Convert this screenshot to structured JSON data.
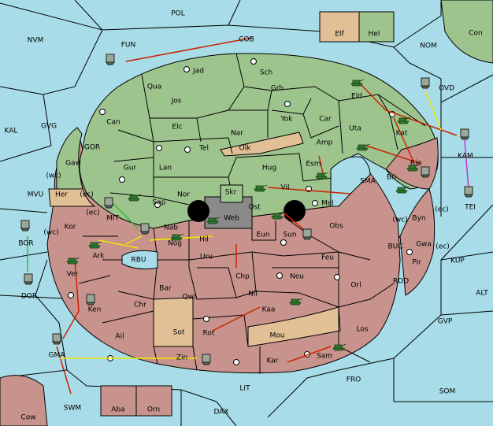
{
  "colors": {
    "sea": "#a8dce8",
    "green": "#9ec48e",
    "red": "#c8938c",
    "tan": "#e2c096",
    "grey": "#8a8a8a",
    "order_move": "#cc2200",
    "order_support": "#f2e600",
    "order_retreat": "#33bb33",
    "order_convoy": "#cc33cc"
  },
  "labels": {
    "pol": "POL",
    "nvm": "NVM",
    "fun": "FUN",
    "cob": "COB",
    "nom": "NOM",
    "con": "Con",
    "elf": "Elf",
    "hel": "Hel",
    "jad": "Jad",
    "sch": "Sch",
    "qua": "Qua",
    "jos": "Jos",
    "grh": "Grh",
    "eld": "Eld",
    "ovd": "OVD",
    "kal": "KAL",
    "gvg": "GVG",
    "can": "Can",
    "yok": "Yok",
    "car": "Car",
    "elc": "Elc",
    "nar": "Nar",
    "uta": "Uta",
    "kat": "Kat",
    "amp": "Amp",
    "gor": "GOR",
    "tel": "Tel",
    "olk": "Olk",
    "kam": "KAM",
    "gaw": "Gaw",
    "gur": "Gur",
    "lan": "Lan",
    "hug": "Hug",
    "rie": "Rie",
    "esm": "Esm",
    "wc1": "(wc)",
    "sma": "SMA",
    "bri": "Bri",
    "mvu": "MVU",
    "her": "Her",
    "ec1": "(ec)",
    "nor": "Nor",
    "skr": "Skr",
    "vil": "Vil",
    "tei": "TEI",
    "sap": "Sap",
    "web": "Web",
    "ost": "Ost",
    "mel": "Mel",
    "ec2": "(ec)",
    "kor": "Kor",
    "mit": "MIT",
    "wc2": "(wc)",
    "byn": "Byn",
    "ec3": "(ec)",
    "bor": "BOR",
    "wc3": "(wc)",
    "nab": "Nab",
    "hil": "Hil",
    "eun": "Eun",
    "sun": "Sun",
    "obs": "Obs",
    "ark": "Ark",
    "nog": "Nog",
    "gwa": "Gwa",
    "ec4": "(ec)",
    "buc": "BUC",
    "rbu": "RBU",
    "uru": "Uru",
    "feu": "Feu",
    "pir": "Pir",
    "kup": "KUP",
    "dor": "DOR",
    "ver": "Ver",
    "chp": "Chp",
    "neu": "Neu",
    "bar": "Bar",
    "qwi": "Qwi",
    "nil": "Nil",
    "orl": "Orl",
    "rod": "ROD",
    "chr": "Chr",
    "ken": "Ken",
    "alt": "ALT",
    "kaa": "Kaa",
    "gvp": "GVP",
    "sot": "Sot",
    "rot": "Rot",
    "los": "Los",
    "ail": "Ail",
    "mou": "Mou",
    "gma": "GMA",
    "zin": "Zin",
    "sam": "Sam",
    "kar": "Kar",
    "fro": "FRO",
    "lit": "LIT",
    "som": "SOM",
    "swm": "SWM",
    "aba": "Aba",
    "orn": "Orn",
    "dax": "DAX",
    "cow": "Cow"
  },
  "units": [
    {
      "type": "fleet",
      "at": "Fun"
    },
    {
      "type": "fleet",
      "at": "Ovd"
    },
    {
      "type": "fleet",
      "at": "Kam"
    },
    {
      "type": "fleet",
      "at": "Tei"
    },
    {
      "type": "fleet",
      "at": "Mit"
    },
    {
      "type": "fleet",
      "at": "Bor"
    },
    {
      "type": "fleet",
      "at": "Dor"
    },
    {
      "type": "fleet",
      "at": "Gma"
    },
    {
      "type": "fleet",
      "at": "Nog"
    },
    {
      "type": "fleet",
      "at": "Bri"
    },
    {
      "type": "fleet",
      "at": "Sun"
    },
    {
      "type": "fleet",
      "at": "Ken"
    },
    {
      "type": "fleet",
      "at": "Zin"
    },
    {
      "type": "army",
      "at": "Eld"
    },
    {
      "type": "army",
      "at": "Kat"
    },
    {
      "type": "army",
      "at": "Uta"
    },
    {
      "type": "army",
      "at": "Rie"
    },
    {
      "type": "army",
      "at": "Bri"
    },
    {
      "type": "army",
      "at": "Esm"
    },
    {
      "type": "army",
      "at": "Vil"
    },
    {
      "type": "army",
      "at": "Sap"
    },
    {
      "type": "army",
      "at": "Web"
    },
    {
      "type": "army",
      "at": "Ost"
    },
    {
      "type": "army",
      "at": "Hil"
    },
    {
      "type": "army",
      "at": "Ark"
    },
    {
      "type": "army",
      "at": "Ver"
    },
    {
      "type": "army",
      "at": "Kaa"
    },
    {
      "type": "army",
      "at": "Sam"
    }
  ]
}
